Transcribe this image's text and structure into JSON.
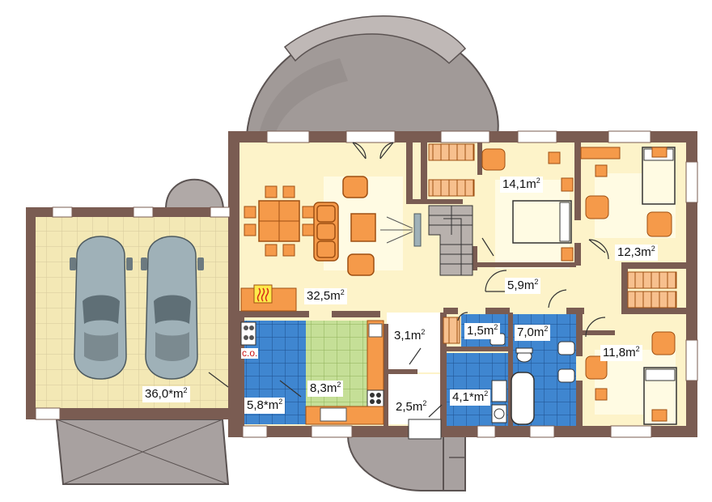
{
  "colors": {
    "wall": "#7a5c52",
    "roof": "#a19a98",
    "roof_edge": "#5b5352",
    "living_floor": "#fdf3c9",
    "rug": "#fffbe3",
    "garage_tile": "#f3e8b5",
    "garage_grid": "#d6c99a",
    "wet_tile": "#3f86d0",
    "wet_grid": "#1d4f8c",
    "kitchen_tile": "#c5df97",
    "kitchen_grid": "#8fb25a",
    "furniture": "#f59a4a",
    "furniture_edge": "#9e4f12",
    "counter": "#f59a4a",
    "car_body": "#9fb1b8",
    "car_glass": "#5f6f76",
    "stair": "#b8b1ad",
    "white": "#ffffff"
  },
  "rooms": [
    {
      "id": "garage",
      "name": "garage-area-label",
      "value": "36,0*m",
      "exp": "2"
    },
    {
      "id": "living",
      "name": "living-area-label",
      "value": "32,5m",
      "exp": "2"
    },
    {
      "id": "bedroom1",
      "name": "bedroom1-area-label",
      "value": "14,1m",
      "exp": "2"
    },
    {
      "id": "bedroom2",
      "name": "bedroom2-area-label",
      "value": "12,3m",
      "exp": "2"
    },
    {
      "id": "bedroom3",
      "name": "bedroom3-area-label",
      "value": "11,8m",
      "exp": "2"
    },
    {
      "id": "hall",
      "name": "hall-area-label",
      "value": "5,9m",
      "exp": "2"
    },
    {
      "id": "bath",
      "name": "bath-area-label",
      "value": "7,0m",
      "exp": "2"
    },
    {
      "id": "wc",
      "name": "wc-area-label",
      "value": "1,5m",
      "exp": "2"
    },
    {
      "id": "vestibule",
      "name": "vestibule-area-label",
      "value": "3,1m",
      "exp": "2"
    },
    {
      "id": "entry",
      "name": "entry-area-label",
      "value": "2,5m",
      "exp": "2"
    },
    {
      "id": "laundry",
      "name": "laundry-area-label",
      "value": "4,1*m",
      "exp": "2"
    },
    {
      "id": "kitchen",
      "name": "kitchen-area-label",
      "value": "8,3m",
      "exp": "2"
    },
    {
      "id": "boiler",
      "name": "boiler-area-label",
      "value": "5,8*m",
      "exp": "2"
    }
  ],
  "boiler_tag": "c.o."
}
